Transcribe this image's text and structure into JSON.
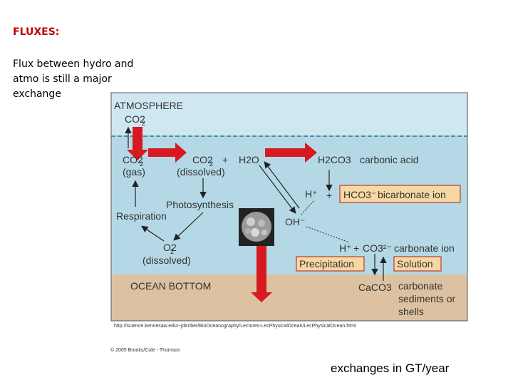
{
  "slide": {
    "title": "FLUXES:",
    "note": "Flux between hydro and atmo is still a major exchange",
    "footer": "exchanges in GT/year"
  },
  "diagram": {
    "atmosphere": "ATMOSPHERE",
    "co2_atm": "CO2",
    "co2_gas": "CO2",
    "gas": "(gas)",
    "co2_dissolved": "CO2",
    "plus1": "+",
    "h2o": "H2O",
    "dissolved1": "(dissolved)",
    "h2co3": "H2CO3",
    "carbonic_acid": "carbonic acid",
    "h_plus1": "H⁺",
    "plus2": "+",
    "hco3": "HCO3⁻",
    "bicarbonate": "bicarbonate ion",
    "photosynthesis": "Photosynthesis",
    "respiration": "Respiration",
    "oh": "OH⁻",
    "o2": "O2",
    "dissolved2": "(dissolved)",
    "h_plus2": "H⁺",
    "plus3": "+",
    "co3": "CO3²⁻",
    "carbonate_ion": "carbonate ion",
    "precipitation": "Precipitation",
    "solution": "Solution",
    "ocean_bottom": "OCEAN BOTTOM",
    "caco3": "CaCO3",
    "sediment_1": "carbonate",
    "sediment_2": "sediments or",
    "sediment_3": "shells",
    "source_url": "http://science.kennesaw.edu/~jdirnber/BioOceanography/Lectures-LecPhysicalOcean/LecPhysicalOcean.html",
    "copyright": "© 2005 Brooks/Cole - Thomson"
  },
  "colors": {
    "sky": "#cfe7f1",
    "water": "#b4d8e6",
    "sediment": "#dcc2a0",
    "arrow_red": "#d71920",
    "label_box": "#f7d7a3",
    "label_border": "#c0392b"
  }
}
